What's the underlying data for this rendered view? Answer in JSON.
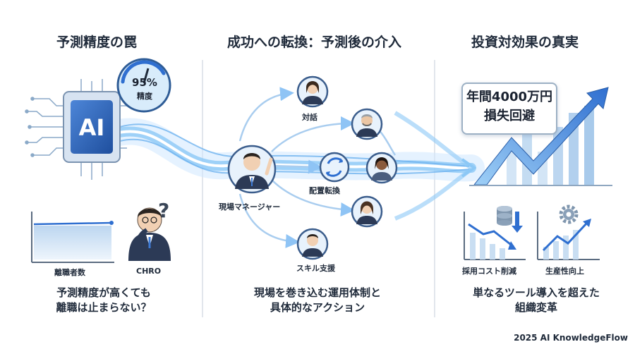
{
  "panels": {
    "left": {
      "title": "予測精度の罠",
      "gauge_value": "95%",
      "gauge_label": "精度",
      "chip_label": "AI",
      "chart_label": "離職者数",
      "person_label": "CHRO",
      "person_mark": "?",
      "caption_line1": "予測精度が高くても",
      "caption_line2": "離職は止まらない？"
    },
    "middle": {
      "title": "成功への転換：予測後の介入",
      "manager_label": "現場マネージャー",
      "actions": {
        "dialogue": "対話",
        "reassignment": "配置転換",
        "skill_support": "スキル支援"
      },
      "caption_line1": "現場を巻き込む運用体制と",
      "caption_line2": "具体的なアクション"
    },
    "right": {
      "title": "投資対効果の真実",
      "callout_line1": "年間4000万円",
      "callout_line2": "損失回避",
      "metric1_label": "採用コスト削減",
      "metric2_label": "生産性向上",
      "caption_line1": "単なるツール導入を超えた",
      "caption_line2": "組織変革"
    }
  },
  "footer": "2025 AI KnowledgeFlow",
  "colors": {
    "primary_blue": "#2f6fd0",
    "light_blue": "#8fc4f5",
    "dark_navy": "#243450",
    "divider": "#d9dee5"
  }
}
